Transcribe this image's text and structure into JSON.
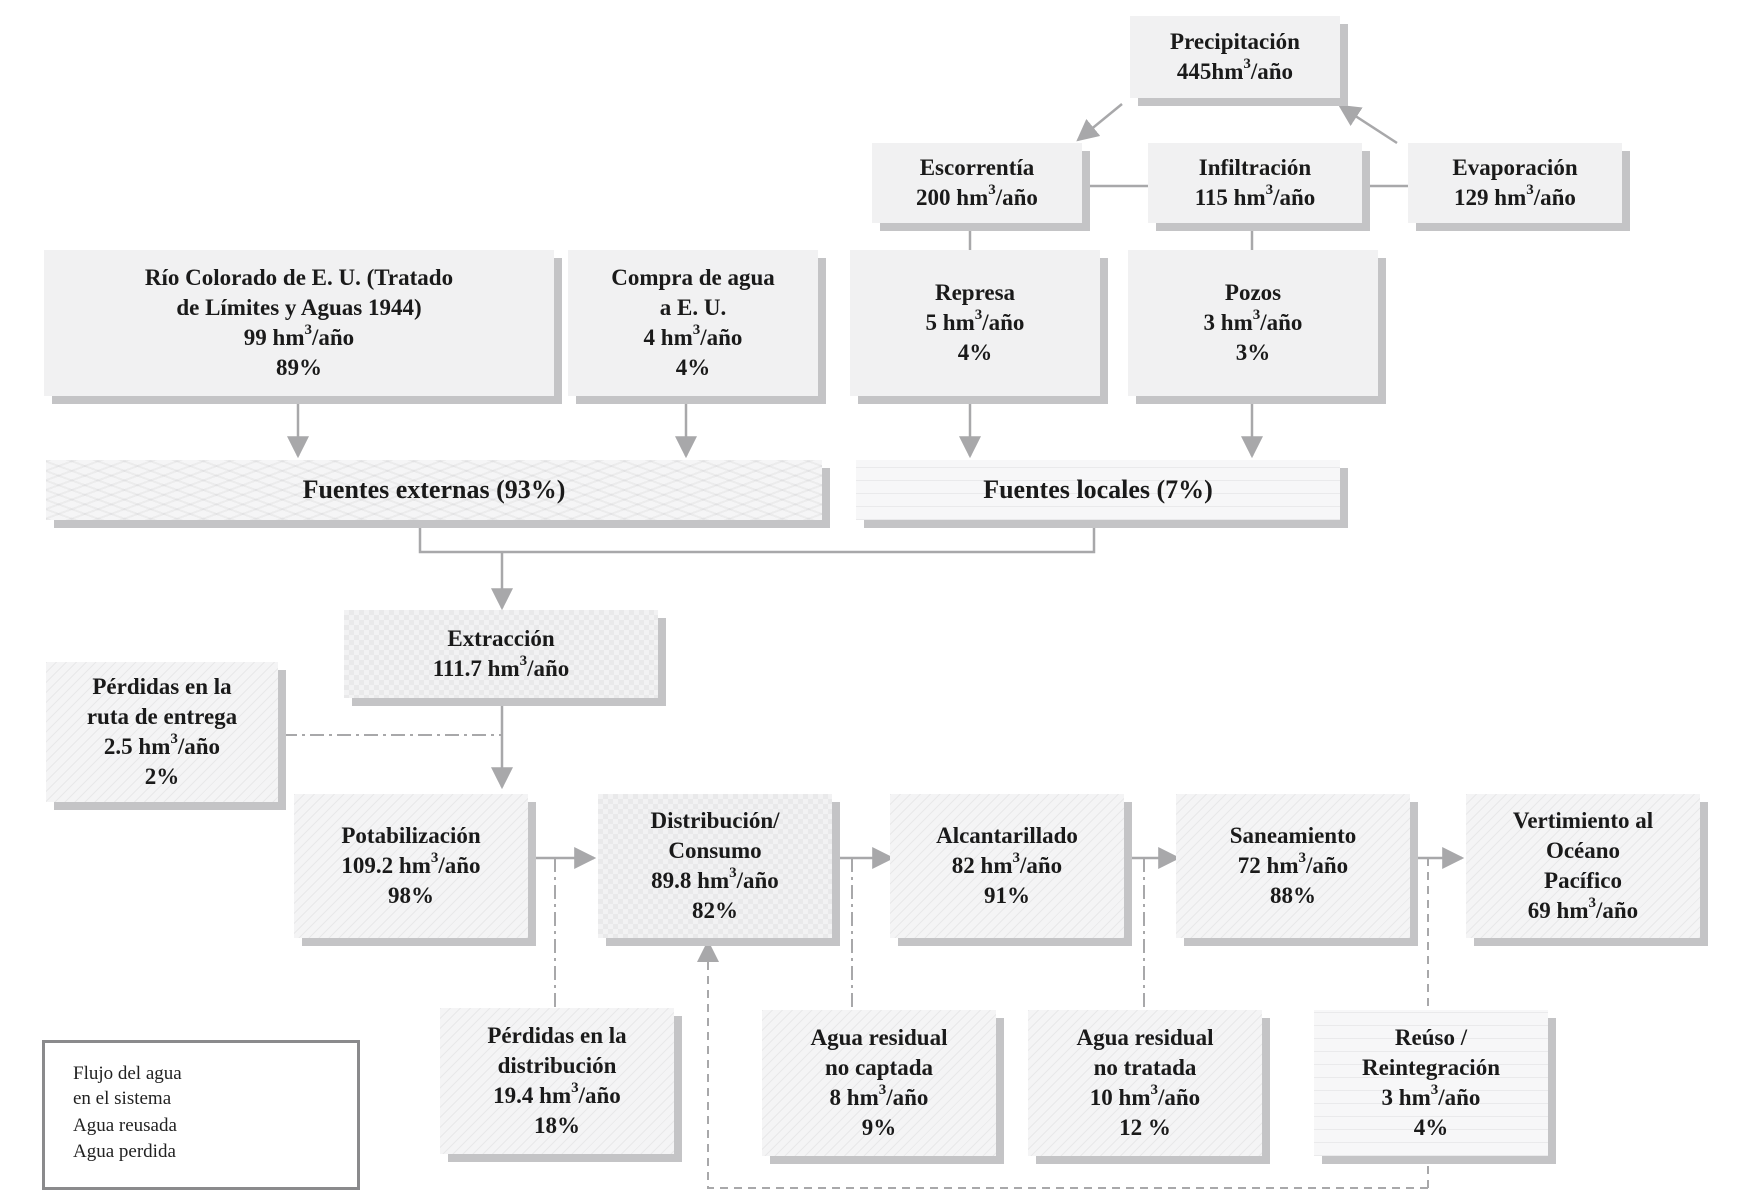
{
  "unit": "hm",
  "unit_tail": "/año",
  "unit_exp": "3",
  "boxes": [
    {
      "id": "precipitacion",
      "lines": [
        {
          "t": "Precipitación"
        },
        {
          "t": "445",
          "u": true
        }
      ]
    },
    {
      "id": "escorrentia",
      "lines": [
        {
          "t": "Escorrentía"
        },
        {
          "t": "200 ",
          "u": true
        }
      ]
    },
    {
      "id": "infiltracion",
      "lines": [
        {
          "t": "Infiltración"
        },
        {
          "t": "115 ",
          "u": true
        }
      ]
    },
    {
      "id": "evaporacion",
      "lines": [
        {
          "t": "Evaporación"
        },
        {
          "t": "129 ",
          "u": true
        }
      ]
    },
    {
      "id": "rio-colorado",
      "lines": [
        {
          "t": "Río Colorado de E. U. (Tratado"
        },
        {
          "t": "de Límites y Aguas 1944)"
        },
        {
          "t": "99 ",
          "u": true
        },
        {
          "t": "89%"
        }
      ]
    },
    {
      "id": "compra-agua",
      "lines": [
        {
          "t": "Compra de agua"
        },
        {
          "t": "a E. U."
        },
        {
          "t": "4 ",
          "u": true
        },
        {
          "t": "4%"
        }
      ]
    },
    {
      "id": "represa",
      "lines": [
        {
          "t": "Represa"
        },
        {
          "t": "5 ",
          "u": true
        },
        {
          "t": "4%"
        }
      ]
    },
    {
      "id": "pozos",
      "lines": [
        {
          "t": "Pozos"
        },
        {
          "t": "3 ",
          "u": true
        },
        {
          "t": "3%"
        }
      ]
    },
    {
      "id": "fuentes-externas",
      "lines": [
        {
          "t": "Fuentes externas (93%)"
        }
      ]
    },
    {
      "id": "fuentes-locales",
      "lines": [
        {
          "t": "Fuentes locales (7%)"
        }
      ]
    },
    {
      "id": "extraccion",
      "lines": [
        {
          "t": "Extracción"
        },
        {
          "t": "111.7 ",
          "u": true
        }
      ]
    },
    {
      "id": "perdidas-ruta",
      "lines": [
        {
          "t": "Pérdidas en la"
        },
        {
          "t": "ruta de entrega"
        },
        {
          "t": "2.5 ",
          "u": true
        },
        {
          "t": "2%"
        }
      ]
    },
    {
      "id": "potabilizacion",
      "lines": [
        {
          "t": "Potabilización"
        },
        {
          "t": "109.2 ",
          "u": true
        },
        {
          "t": "98%"
        }
      ]
    },
    {
      "id": "distribucion-consumo",
      "lines": [
        {
          "t": "Distribución/"
        },
        {
          "t": "Consumo"
        },
        {
          "t": "89.8 ",
          "u": true
        },
        {
          "t": "82%"
        }
      ]
    },
    {
      "id": "alcantarillado",
      "lines": [
        {
          "t": "Alcantarillado"
        },
        {
          "t": "82 ",
          "u": true
        },
        {
          "t": "91%"
        }
      ]
    },
    {
      "id": "saneamiento",
      "lines": [
        {
          "t": "Saneamiento"
        },
        {
          "t": "72 ",
          "u": true
        },
        {
          "t": "88%"
        }
      ]
    },
    {
      "id": "vertimiento",
      "lines": [
        {
          "t": "Vertimiento al"
        },
        {
          "t": "Océano"
        },
        {
          "t": "Pacífico"
        },
        {
          "t": "69 ",
          "u": true
        }
      ]
    },
    {
      "id": "perdidas-distribucion",
      "lines": [
        {
          "t": "Pérdidas en la"
        },
        {
          "t": "distribución"
        },
        {
          "t": "19.4 ",
          "u": true
        },
        {
          "t": "18%"
        }
      ]
    },
    {
      "id": "agua-no-captada",
      "lines": [
        {
          "t": "Agua residual"
        },
        {
          "t": "no captada"
        },
        {
          "t": "8 ",
          "u": true
        },
        {
          "t": "9%"
        }
      ]
    },
    {
      "id": "agua-no-tratada",
      "lines": [
        {
          "t": "Agua residual"
        },
        {
          "t": "no tratada"
        },
        {
          "t": "10 ",
          "u": true
        },
        {
          "t": "12 %"
        }
      ]
    },
    {
      "id": "reuso",
      "lines": [
        {
          "t": "Reúso /"
        },
        {
          "t": "Reintegración"
        },
        {
          "t": "3 ",
          "u": true
        },
        {
          "t": "4%"
        }
      ]
    }
  ],
  "legend": {
    "flow": [
      "Flujo del agua",
      "en el sistema"
    ],
    "reused": "Agua reusada",
    "lost": "Agua perdida"
  },
  "colors": {
    "box": "#f1f1f2",
    "shadow": "#c4c4c6",
    "connector": "#a8a8aa",
    "text": "#1a1a1a"
  }
}
